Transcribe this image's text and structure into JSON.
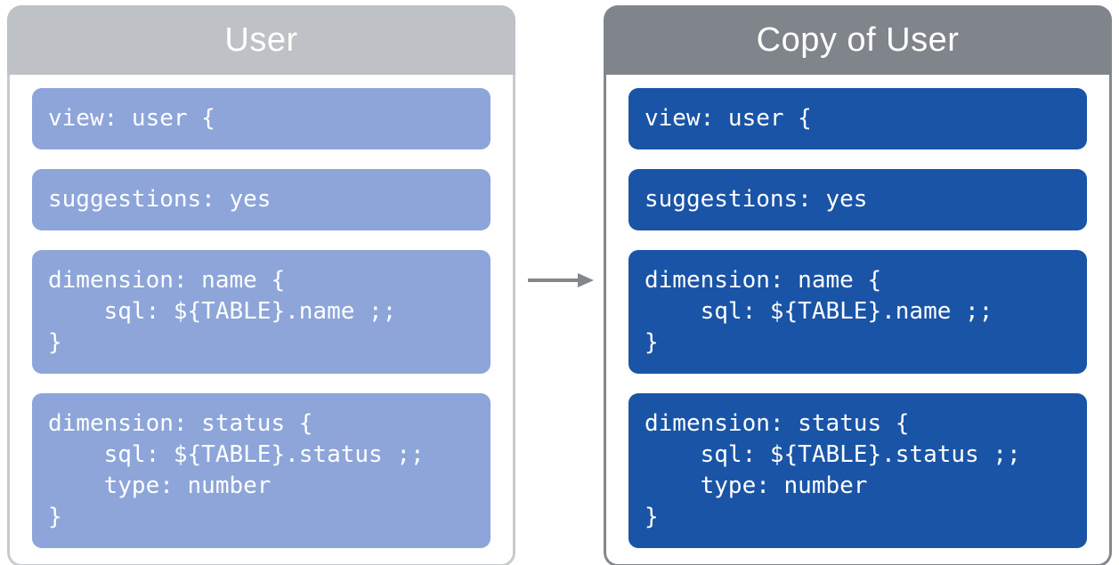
{
  "panels": [
    {
      "title": "User",
      "blocks": [
        {
          "lines": [
            "view: user {"
          ]
        },
        {
          "lines": [
            "suggestions: yes"
          ]
        },
        {
          "lines": [
            "dimension: name {",
            "    sql: ${TABLE}.name ;;",
            "}"
          ]
        },
        {
          "lines": [
            "dimension: status {",
            "    sql: ${TABLE}.status ;;",
            "    type: number",
            "}"
          ]
        }
      ]
    },
    {
      "title": "Copy of User",
      "blocks": [
        {
          "lines": [
            "view: user {"
          ]
        },
        {
          "lines": [
            "suggestions: yes"
          ]
        },
        {
          "lines": [
            "dimension: name {",
            "    sql: ${TABLE}.name ;;",
            "}"
          ]
        },
        {
          "lines": [
            "dimension: status {",
            "    sql: ${TABLE}.status ;;",
            "    type: number",
            "}"
          ]
        }
      ]
    }
  ],
  "arrow": {
    "icon": "arrow-right-icon"
  },
  "colors": {
    "header_left": "#BEC1C5",
    "header_right": "#80848B",
    "block_left": "#8DA5D9",
    "block_right": "#1A54A7",
    "border_left": "#C8CACC",
    "border_right": "#84878B",
    "arrow_color": "#83878B",
    "text_light": "#FFFFFF",
    "page_bg": "#FFFFFF"
  }
}
